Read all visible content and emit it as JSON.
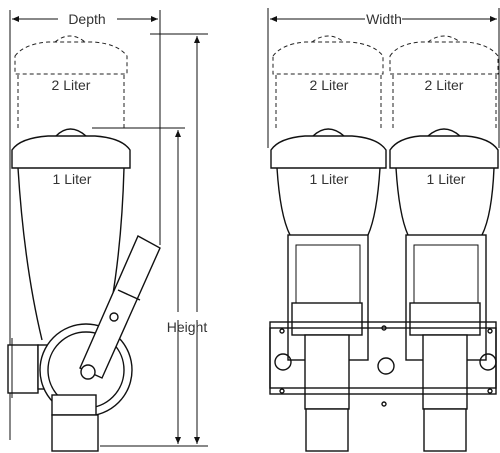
{
  "labels": {
    "depth": "Depth",
    "width": "Width",
    "height": "Height",
    "two_liter": "2 Liter",
    "one_liter": "1 Liter"
  },
  "colors": {
    "line": "#111111",
    "text": "#333333",
    "background": "#ffffff"
  }
}
